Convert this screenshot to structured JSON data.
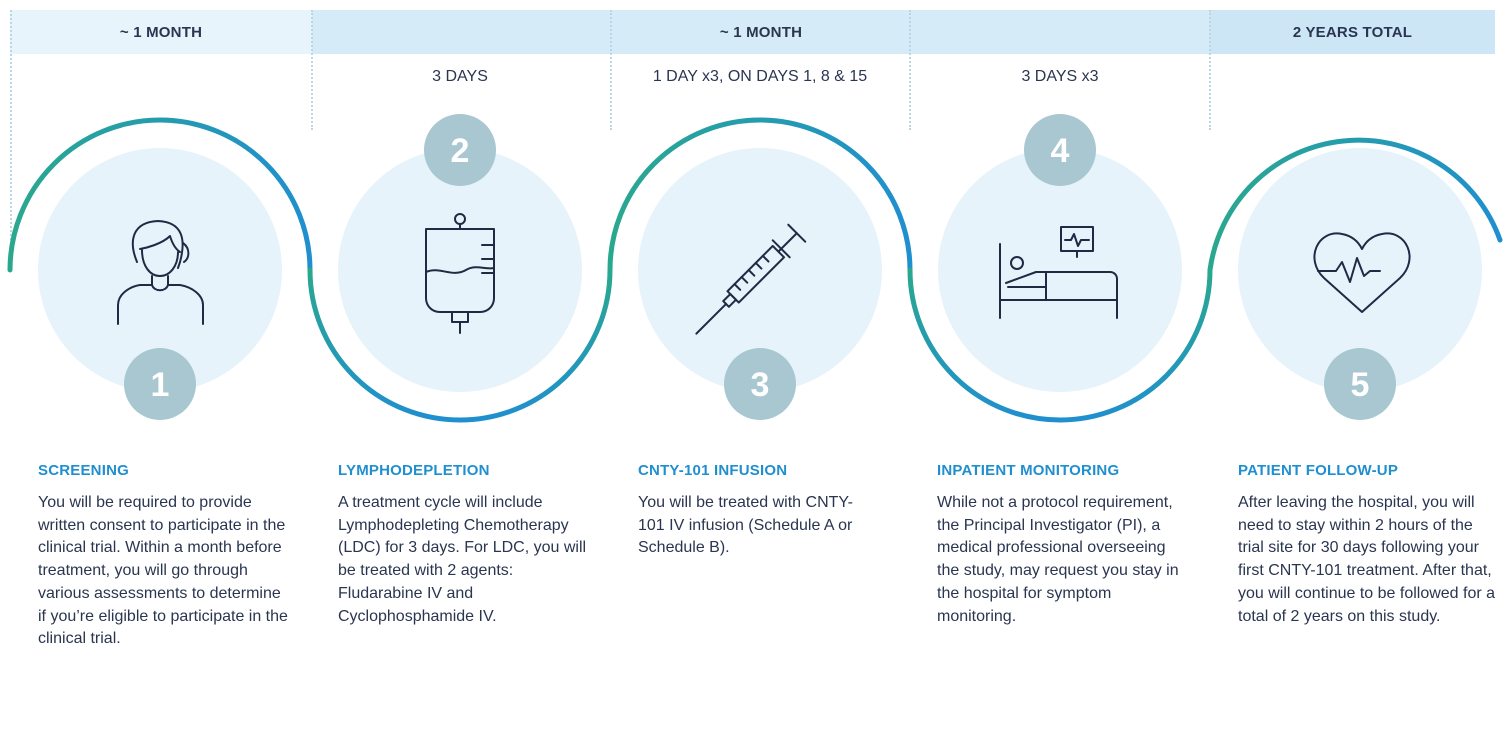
{
  "phases": [
    {
      "label": "~ 1 MONTH"
    },
    {
      "label": "~ 1 MONTH"
    },
    {
      "label": "2 YEARS TOTAL"
    }
  ],
  "durations": [
    "3 DAYS",
    "1 DAY x3, ON DAYS 1, 8 & 15",
    "3 DAYS x3"
  ],
  "steps": [
    {
      "number": "1",
      "icon": "person-icon",
      "title": "SCREENING",
      "text": "You will be required to provide written consent to participate in the clinical trial. Within a month before treatment, you will go through various assessments to determine if you’re eligible to participate in the clinical trial."
    },
    {
      "number": "2",
      "icon": "iv-bag-icon",
      "title": "LYMPHODEPLETION",
      "text": "A treatment cycle will include Lymphodepleting Chemotherapy (LDC) for 3 days. For LDC, you will be treated with 2 agents: Fludarabine IV and Cyclophosphamide IV."
    },
    {
      "number": "3",
      "icon": "syringe-icon",
      "title": "CNTY-101 INFUSION",
      "text": "You will be treated with CNTY-101 IV infusion (Schedule A or Schedule B)."
    },
    {
      "number": "4",
      "icon": "hospital-bed-icon",
      "title": "INPATIENT MONITORING",
      "text": "While not a protocol requirement, the Principal Investigator (PI), a medical professional overseeing the study, may request you stay in the hospital for symptom monitoring."
    },
    {
      "number": "5",
      "icon": "heartbeat-icon",
      "title": "PATIENT FOLLOW-UP",
      "text": "After leaving the hospital, you will need to stay within 2 hours of the trial site for 30 days following your first CNTY-101 treatment. After that, you will continue to be followed for a total of 2 years on this study."
    }
  ],
  "colors": {
    "teal": "#2aa88e",
    "blue": "#1f8fcf",
    "badge": "#a8c7d0",
    "circle": "#e7f3fb",
    "icon": "#1f2a44"
  }
}
